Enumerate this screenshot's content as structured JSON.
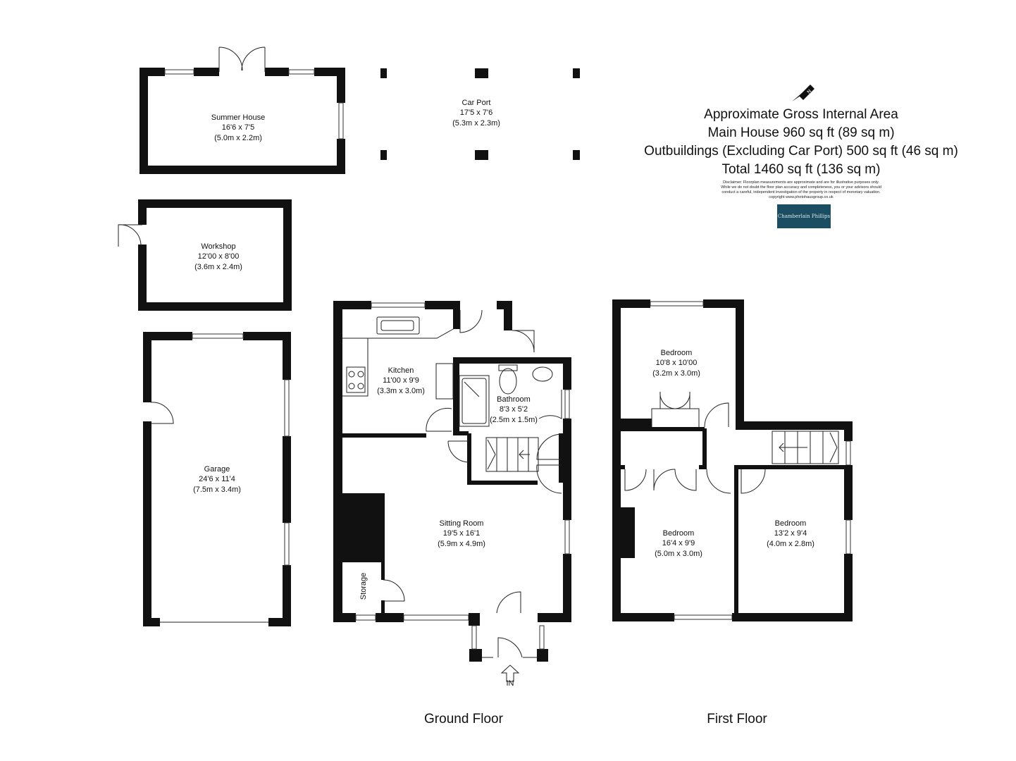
{
  "area_info": {
    "title": "Approximate Gross Internal Area",
    "main_house": "Main House 960 sq ft (89 sq m)",
    "outbuildings": "Outbuildings  (Excluding Car Port) 500 sq ft (46 sq m)",
    "total": "Total 1460 sq ft (136 sq m)",
    "disclaimer_lines": [
      "Disclaimer: Floorplan measurements are approximate and are for illustrative purposes only.",
      "While we do not doubt the floor plan accuracy and completeness, you or your advisors should",
      "conduct a careful, independent investigation of the property in respect of monetary valuation.",
      "copyright www.photohausgroup.co.uk"
    ],
    "logo_text": "Chamberlain Phillips"
  },
  "compass": {
    "label": "N"
  },
  "rooms": {
    "summer_house": {
      "name": "Summer House",
      "size_imperial": "16'6 x 7'5",
      "size_metric": "(5.0m x 2.2m)"
    },
    "car_port": {
      "name": "Car Port",
      "size_imperial": "17'5 x 7'6",
      "size_metric": "(5.3m x 2.3m)"
    },
    "workshop": {
      "name": "Workshop",
      "size_imperial": "12'00 x 8'00",
      "size_metric": "(3.6m x 2.4m)"
    },
    "garage": {
      "name": "Garage",
      "size_imperial": "24'6 x 11'4",
      "size_metric": "(7.5m x 3.4m)"
    },
    "kitchen": {
      "name": "Kitchen",
      "size_imperial": "11'00 x 9'9",
      "size_metric": "(3.3m x 3.0m)"
    },
    "bathroom": {
      "name": "Bathroom",
      "size_imperial": "8'3 x 5'2",
      "size_metric": "(2.5m x 1.5m)"
    },
    "sitting_room": {
      "name": "Sitting Room",
      "size_imperial": "19'5 x 16'1",
      "size_metric": "(5.9m x 4.9m)"
    },
    "storage": {
      "name": "Storage"
    },
    "bedroom_1": {
      "name": "Bedroom",
      "size_imperial": "10'8 x 10'00",
      "size_metric": "(3.2m x 3.0m)"
    },
    "bedroom_2": {
      "name": "Bedroom",
      "size_imperial": "16'4 x 9'9",
      "size_metric": "(5.0m x 3.0m)"
    },
    "bedroom_3": {
      "name": "Bedroom",
      "size_imperial": "13'2 x 9'4",
      "size_metric": "(4.0m x 2.8m)"
    }
  },
  "entrance": {
    "label": "IN"
  },
  "floors": {
    "ground": "Ground Floor",
    "first": "First Floor"
  }
}
